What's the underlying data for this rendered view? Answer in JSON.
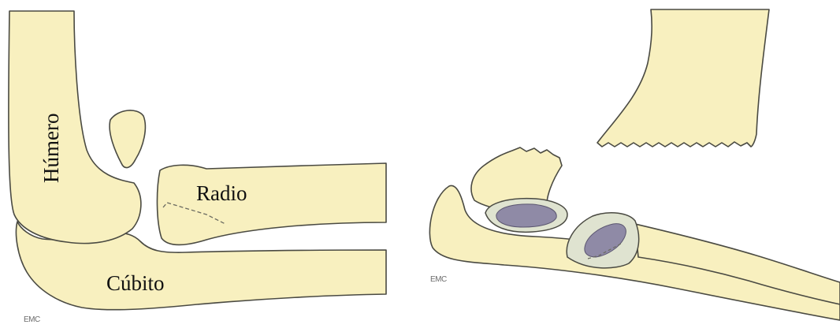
{
  "left_panel": {
    "labels": {
      "humerus": "Húmero",
      "radius": "Radio",
      "ulna": "Cúbito"
    },
    "logo": "EMC"
  },
  "right_panel": {
    "logo": "EMC"
  },
  "colors": {
    "bone_fill": "#f8f0bf",
    "outline": "#4a4a42",
    "cut_surface": "#dfe3d0",
    "marrow": "#8f8aa6"
  }
}
